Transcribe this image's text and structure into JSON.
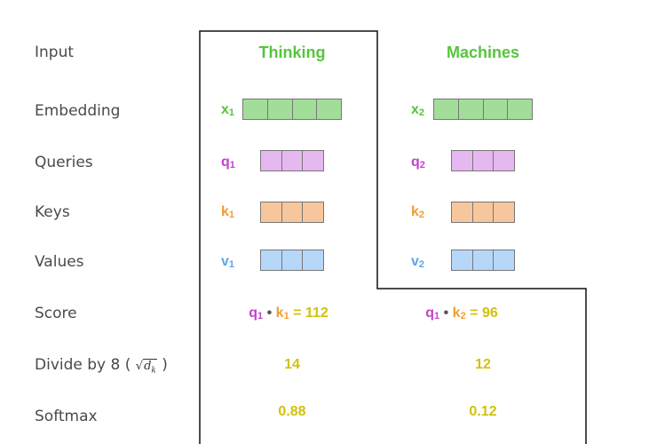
{
  "colors": {
    "label_text": "#4a4a4a",
    "word": "#56c53c",
    "embedding_fill": "#a3dd9a",
    "embedding_text": "#56c53c",
    "query_fill": "#e6b8f0",
    "query_text": "#c043cc",
    "key_fill": "#f8c69c",
    "key_text": "#f39c34",
    "value_fill": "#b6d7f8",
    "value_text": "#5aa5ee",
    "score_text": "#d1c20a"
  },
  "rows": {
    "input": "Input",
    "embedding": "Embedding",
    "queries": "Queries",
    "keys": "Keys",
    "values": "Values",
    "score": "Score",
    "divide_prefix": "Divide by 8 (",
    "divide_sqrt_symbol": "√",
    "divide_sqrt_var": "d",
    "divide_sqrt_sub": "k",
    "divide_suffix": ")",
    "softmax": "Softmax"
  },
  "tokens": [
    {
      "word": "Thinking",
      "embedding": {
        "letter": "x",
        "sub": "1"
      },
      "query": {
        "letter": "q",
        "sub": "1"
      },
      "key": {
        "letter": "k",
        "sub": "1"
      },
      "value": {
        "letter": "v",
        "sub": "1"
      },
      "score_q": {
        "letter": "q",
        "sub": "1"
      },
      "score_dot": "•",
      "score_k": {
        "letter": "k",
        "sub": "1"
      },
      "score_eq": "= 112",
      "divided": "14",
      "softmax": "0.88"
    },
    {
      "word": "Machines",
      "embedding": {
        "letter": "x",
        "sub": "2"
      },
      "query": {
        "letter": "q",
        "sub": "2"
      },
      "key": {
        "letter": "k",
        "sub": "2"
      },
      "value": {
        "letter": "v",
        "sub": "2"
      },
      "score_q": {
        "letter": "q",
        "sub": "1"
      },
      "score_dot": "•",
      "score_k": {
        "letter": "k",
        "sub": "2"
      },
      "score_eq": "= 96",
      "divided": "12",
      "softmax": "0.12"
    }
  ]
}
